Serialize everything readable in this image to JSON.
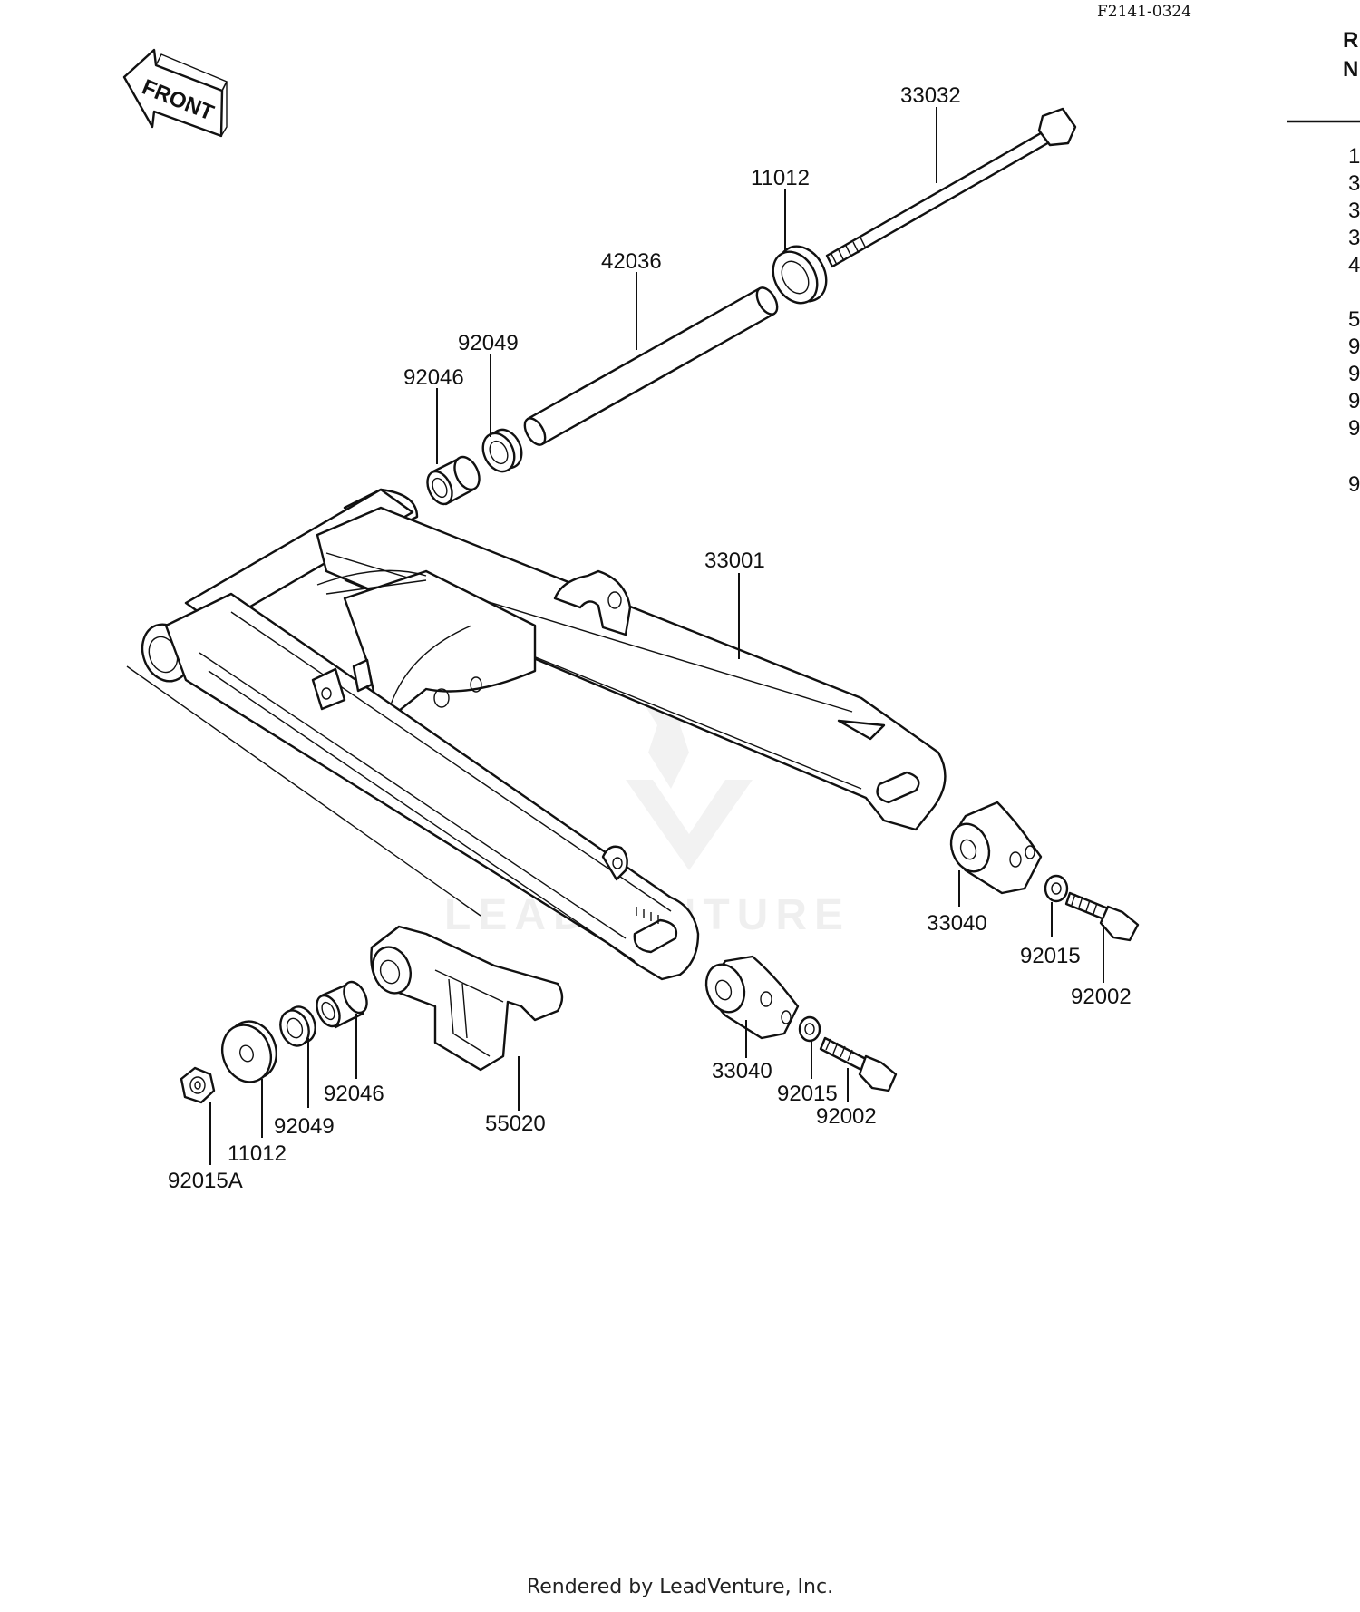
{
  "drawing_code": "F2141-0324",
  "front_label": "FRONT",
  "ref_column": {
    "header_line1": "R",
    "header_line2": "N",
    "digits": [
      "1",
      "3",
      "3",
      "3",
      "4",
      "5",
      "9",
      "9",
      "9",
      "9",
      "9"
    ]
  },
  "callouts": {
    "c33032": "33032",
    "c11012_top": "11012",
    "c42036": "42036",
    "c92049_top": "92049",
    "c92046_top": "92046",
    "c33001": "33001",
    "c33040_right": "33040",
    "c92015_right": "92015",
    "c92002_right": "92002",
    "c33040_mid": "33040",
    "c92015_mid": "92015",
    "c92002_mid": "92002",
    "c55020": "55020",
    "c92046_bot": "92046",
    "c92049_bot": "92049",
    "c11012_bot": "11012",
    "c92015A": "92015A"
  },
  "watermark": "LEADVENTURE",
  "footer": "Rendered by LeadVenture, Inc."
}
